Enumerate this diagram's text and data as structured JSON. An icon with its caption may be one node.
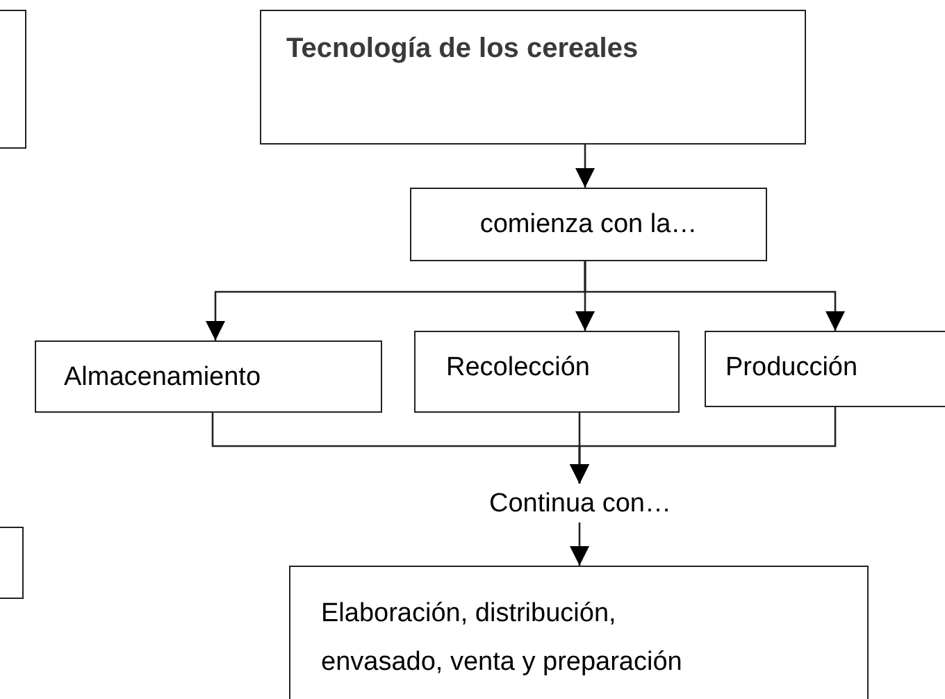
{
  "diagram": {
    "nodes": [
      {
        "text": [],
        "shape": "box"
      },
      {
        "text": [
          "Tecnología de los cereales"
        ]
      },
      {
        "text": [
          "comienza con la…"
        ]
      },
      {
        "text": [
          "Almacenamiento"
        ]
      },
      {
        "text": [
          "Recolección"
        ]
      },
      {
        "text": [
          "Producción"
        ]
      },
      {
        "text": [
          "Continua con…"
        ]
      },
      {
        "text": [],
        "shape": "box"
      },
      {
        "text": [
          "Elaboración, distribución, envasado, venta y preparación"
        ]
      }
    ],
    "edges": [
      {
        "from": 1,
        "to": 2,
        "arrow": "to"
      },
      {
        "from": 2,
        "to": 3,
        "arrow": "to"
      },
      {
        "from": 2,
        "to": 4,
        "arrow": "to"
      },
      {
        "from": 2,
        "to": 5,
        "arrow": "to"
      },
      {
        "from": 3,
        "to": 6,
        "arrow": "to"
      },
      {
        "from": 4,
        "to": 6,
        "arrow": "to"
      },
      {
        "from": 5,
        "to": 6,
        "arrow": "to"
      },
      {
        "from": 6,
        "to": 8,
        "arrow": "to"
      }
    ]
  }
}
